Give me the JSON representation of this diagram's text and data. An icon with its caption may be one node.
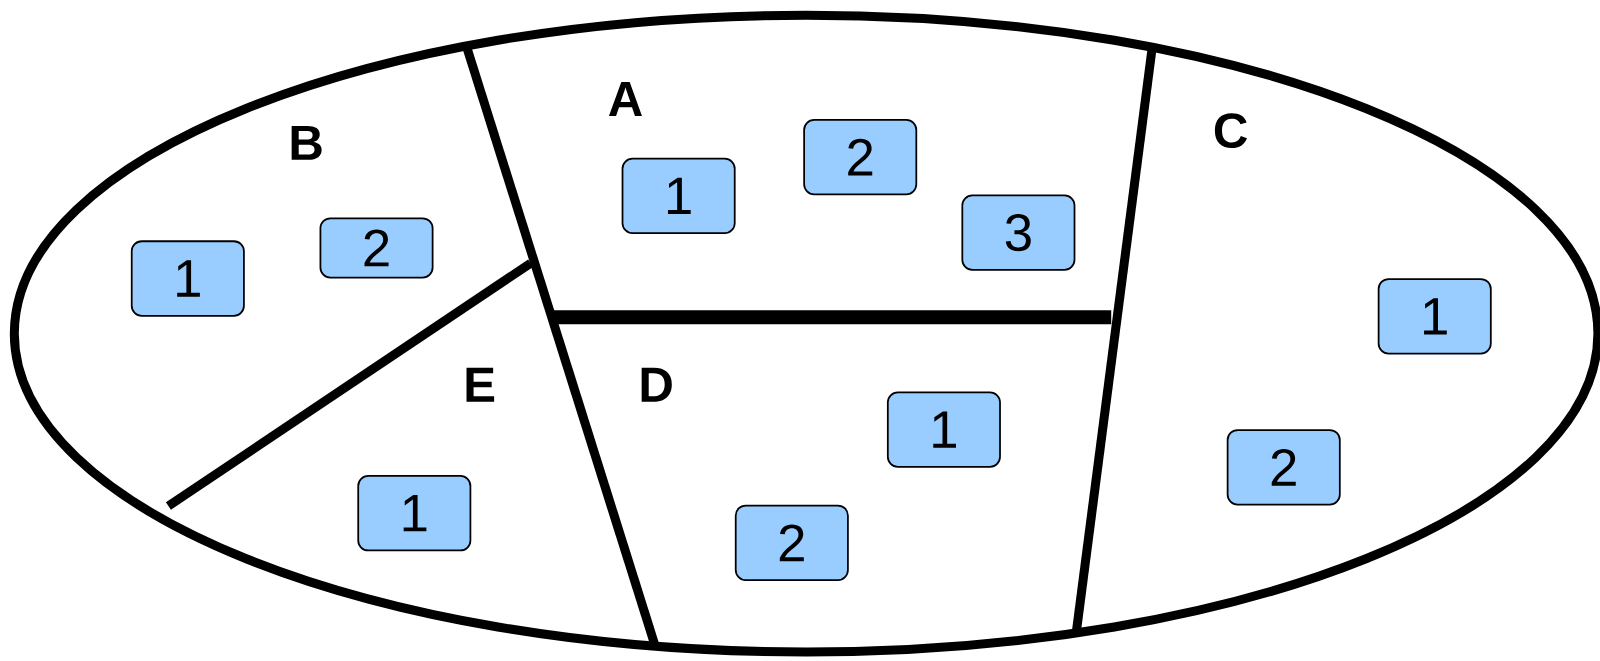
{
  "diagram": {
    "nodes": [
      {
        "text": [
          "1"
        ]
      },
      {
        "text": [
          "2"
        ]
      },
      {
        "text": [
          "1"
        ]
      },
      {
        "text": [
          "2"
        ]
      },
      {
        "text": [
          "3"
        ]
      },
      {
        "text": [
          "1"
        ]
      },
      {
        "text": [
          "2"
        ]
      },
      {
        "text": [
          "1"
        ]
      },
      {
        "text": [
          "1"
        ]
      },
      {
        "text": [
          "2"
        ]
      }
    ],
    "labels": [
      "A",
      "B",
      "C",
      "D",
      "E"
    ]
  }
}
